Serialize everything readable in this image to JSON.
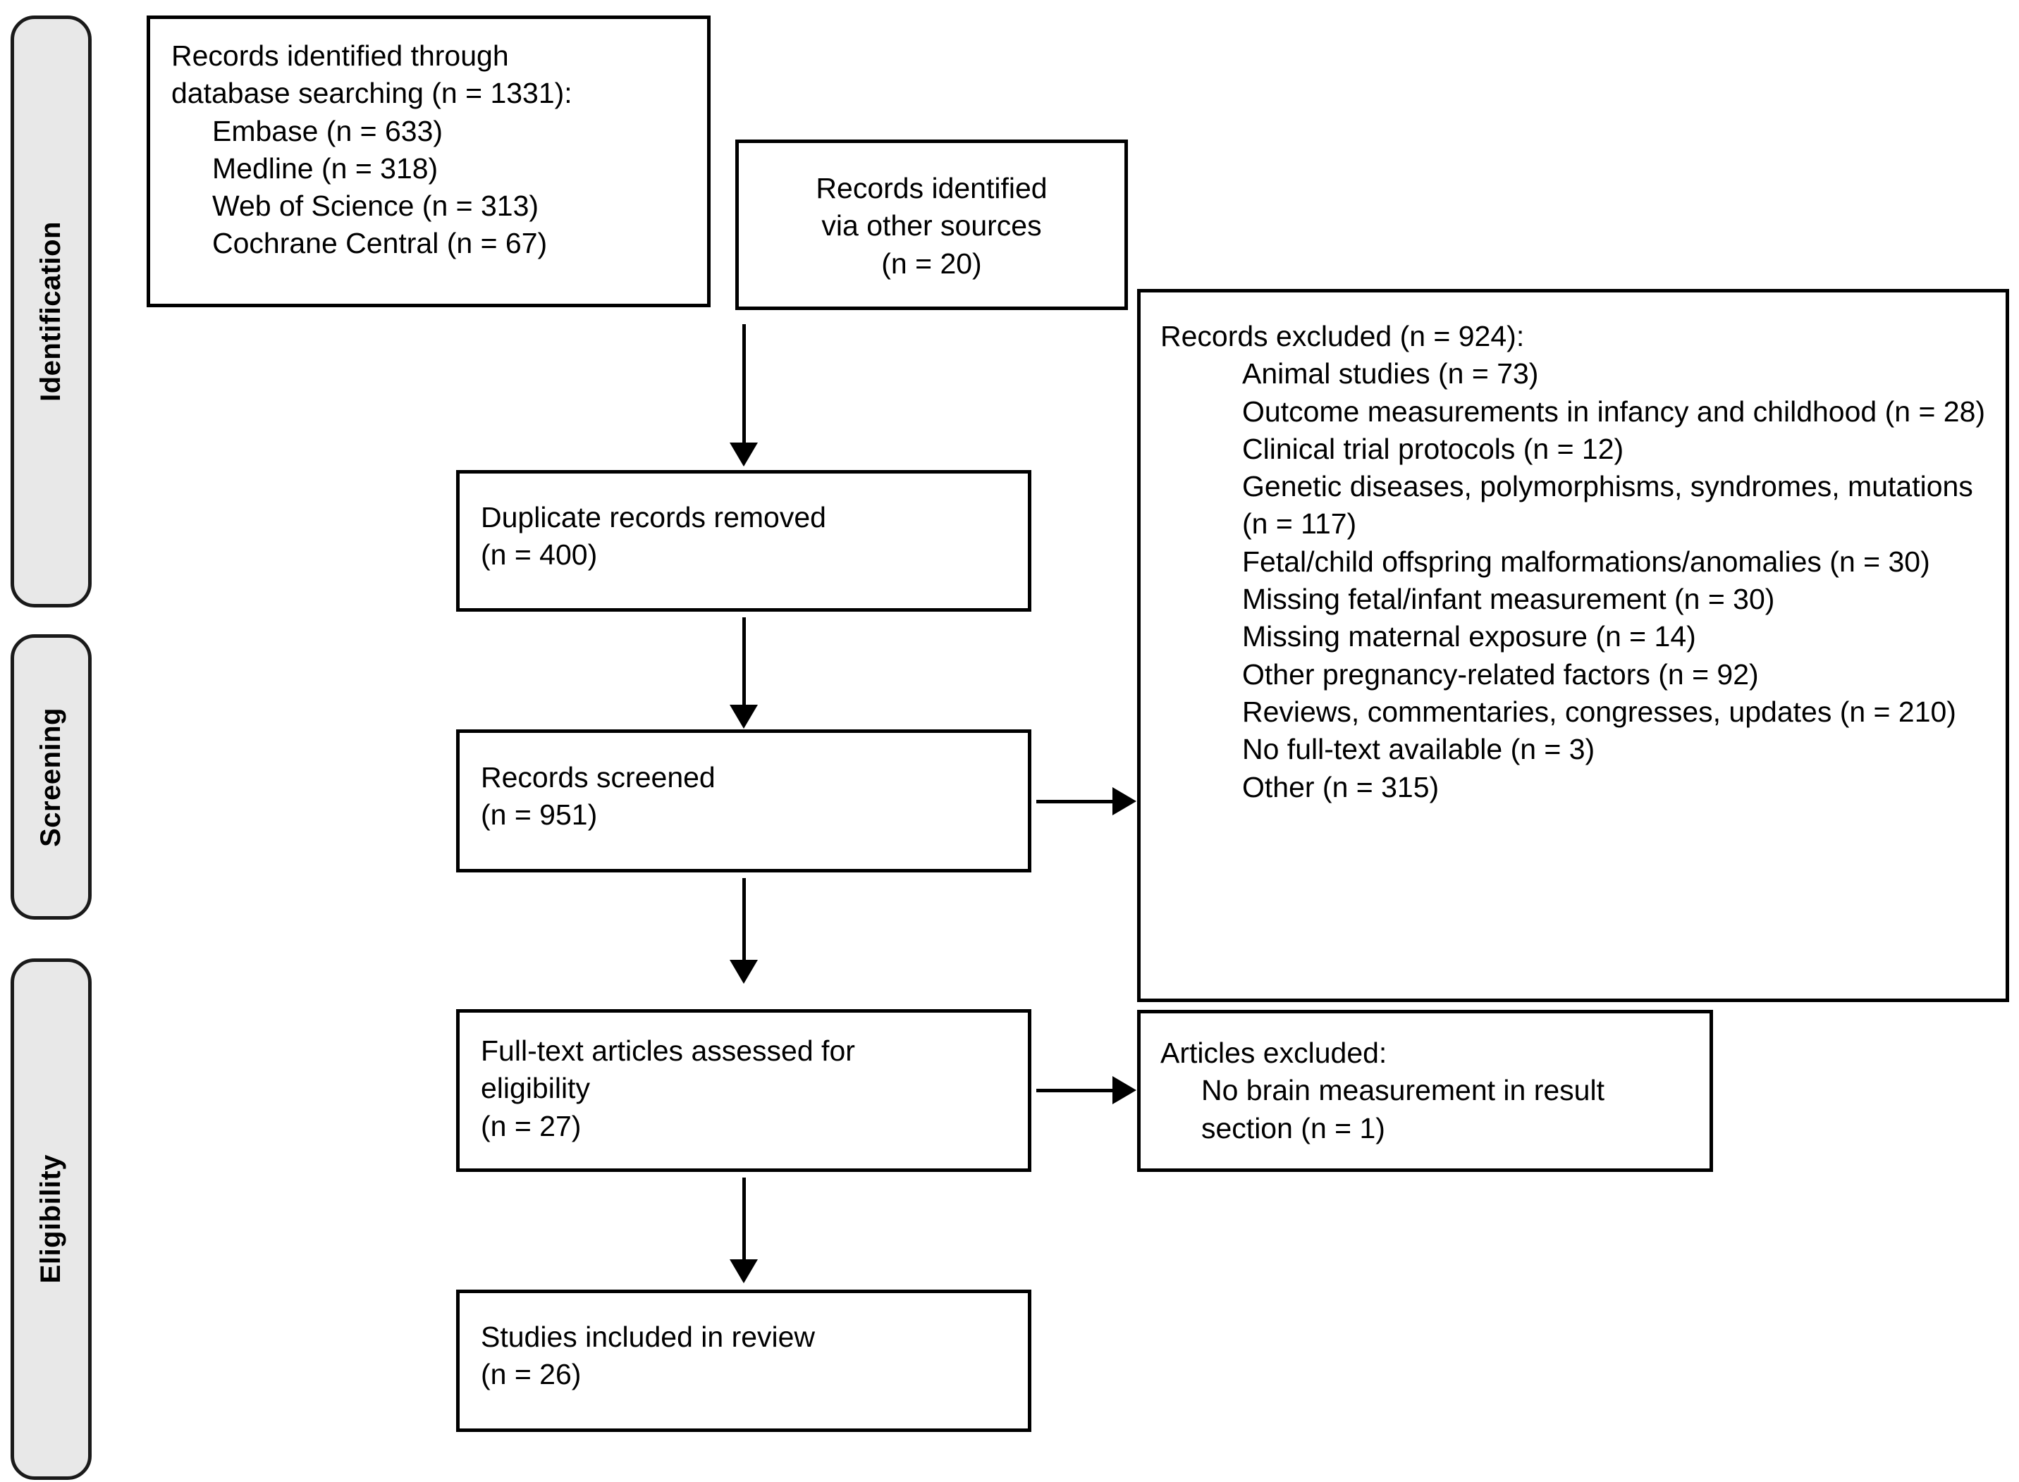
{
  "diagram": {
    "title": "PRISMA study selection flow diagram",
    "type": "flowchart",
    "phases": [
      {
        "id": "identification",
        "label": "Identification"
      },
      {
        "id": "screening",
        "label": "Screening"
      },
      {
        "id": "eligibility",
        "label": "Eligibility"
      }
    ],
    "nodes": {
      "database_search": {
        "lines": [
          "Records identified through",
          "database searching (n = 1331):",
          "Embase (n = 633)",
          "Medline (n = 318)",
          "Web of Science (n = 313)",
          "Cochrane Central (n = 67)"
        ]
      },
      "other_sources": {
        "lines": [
          "Records identified",
          "via other sources",
          "(n = 20)"
        ]
      },
      "duplicates_removed": {
        "lines": [
          "Duplicate records removed",
          "(n = 400)"
        ]
      },
      "records_screened": {
        "lines": [
          "Records screened",
          "(n = 951)"
        ]
      },
      "fulltext_assessed": {
        "lines": [
          "Full-text articles assessed for",
          "eligibility",
          "(n = 27)"
        ]
      },
      "studies_included": {
        "lines": [
          "Studies included in review",
          "(n = 26)"
        ]
      },
      "records_excluded": {
        "header": "Records excluded (n = 924):",
        "reasons": [
          "Animal studies (n = 73)",
          "Outcome measurements in infancy and childhood (n = 28)",
          "Clinical trial protocols (n = 12)",
          "Genetic diseases, polymorphisms, syndromes, mutations (n = 117)",
          "Fetal/child offspring malformations/anomalies (n = 30)",
          "Missing fetal/infant measurement (n = 30)",
          "Missing maternal exposure (n = 14)",
          "Other pregnancy-related factors (n = 92)",
          "Reviews, commentaries, congresses, updates (n = 210)",
          "No full-text available (n = 3)",
          "Other (n = 315)"
        ]
      },
      "articles_excluded": {
        "header": "Articles excluded:",
        "reasons": [
          "No brain measurement in result section (n = 1)"
        ]
      }
    },
    "counts": {
      "database_total": 1331,
      "embase": 633,
      "medline": 318,
      "web_of_science": 313,
      "cochrane_central": 67,
      "other_sources": 20,
      "duplicates_removed": 400,
      "records_screened": 951,
      "records_excluded": 924,
      "fulltext_assessed": 27,
      "articles_excluded": 1,
      "studies_included": 26
    },
    "colors": {
      "box_border": "#000000",
      "phase_fill": "#e8e8e8",
      "background": "#ffffff",
      "text": "#000000"
    }
  }
}
